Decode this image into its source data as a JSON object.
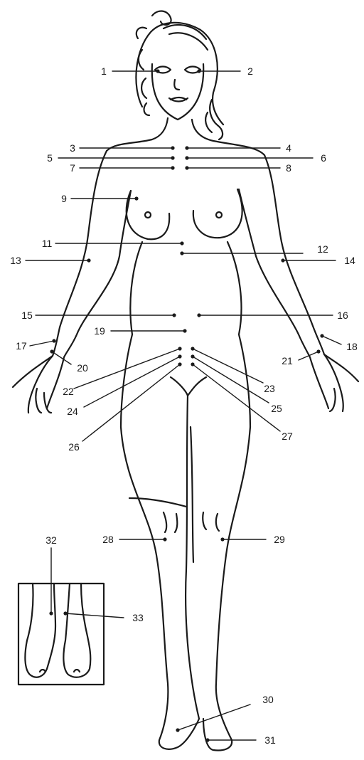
{
  "points": [
    {
      "label": "1"
    },
    {
      "label": "2"
    },
    {
      "label": "3"
    },
    {
      "label": "4"
    },
    {
      "label": "5"
    },
    {
      "label": "6"
    },
    {
      "label": "7"
    },
    {
      "label": "8"
    },
    {
      "label": "9"
    },
    {
      "label": "11"
    },
    {
      "label": "12"
    },
    {
      "label": "13"
    },
    {
      "label": "14"
    },
    {
      "label": "15"
    },
    {
      "label": "16"
    },
    {
      "label": "17"
    },
    {
      "label": "18"
    },
    {
      "label": "19"
    },
    {
      "label": "20"
    },
    {
      "label": "21"
    },
    {
      "label": "22"
    },
    {
      "label": "23"
    },
    {
      "label": "24"
    },
    {
      "label": "25"
    },
    {
      "label": "26"
    },
    {
      "label": "27"
    },
    {
      "label": "28"
    },
    {
      "label": "29"
    },
    {
      "label": "30"
    },
    {
      "label": "31"
    },
    {
      "label": "32"
    },
    {
      "label": "33"
    }
  ],
  "colors": {
    "ink": "#1a1a1a",
    "paper": "#ffffff"
  }
}
